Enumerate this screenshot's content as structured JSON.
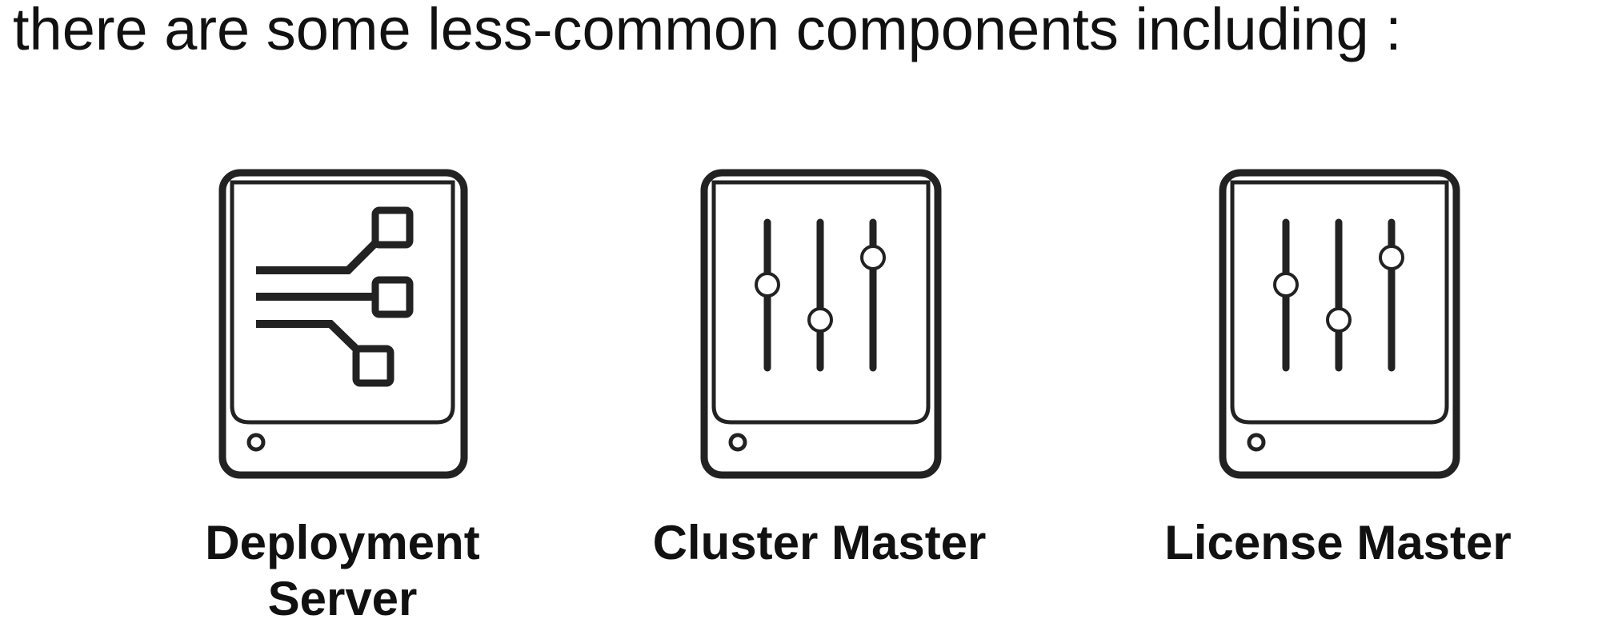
{
  "heading": "there are some less-common components including :",
  "components": [
    {
      "name_line1": "Deployment",
      "name_line2": "Server",
      "icon": "deployment-server-icon"
    },
    {
      "name": "Cluster Master",
      "icon": "cluster-master-icon"
    },
    {
      "name": "License Master",
      "icon": "license-master-icon"
    }
  ]
}
